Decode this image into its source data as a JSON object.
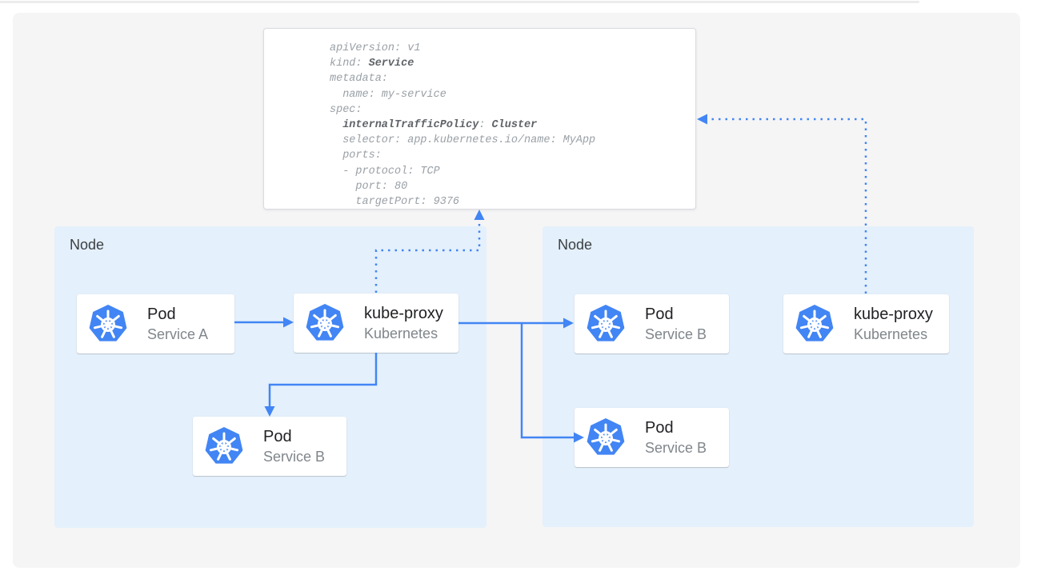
{
  "yaml_panel": {
    "lines": [
      {
        "segments": [
          {
            "t": "apiVersion: v1",
            "b": false
          }
        ]
      },
      {
        "segments": [
          {
            "t": "kind: ",
            "b": false
          },
          {
            "t": "Service",
            "b": true
          }
        ]
      },
      {
        "segments": [
          {
            "t": "metadata:",
            "b": false
          }
        ]
      },
      {
        "segments": [
          {
            "t": "  name: my-service",
            "b": false
          }
        ]
      },
      {
        "segments": [
          {
            "t": "spec:",
            "b": false
          }
        ]
      },
      {
        "segments": [
          {
            "t": "  ",
            "b": false
          },
          {
            "t": "internalTrafficPolicy",
            "b": true
          },
          {
            "t": ": ",
            "b": false
          },
          {
            "t": "Cluster",
            "b": true
          }
        ]
      },
      {
        "segments": [
          {
            "t": "  selector: app.kubernetes.io/name: MyApp",
            "b": false
          }
        ]
      },
      {
        "segments": [
          {
            "t": "  ports:",
            "b": false
          }
        ]
      },
      {
        "segments": [
          {
            "t": "  - protocol: TCP",
            "b": false
          }
        ]
      },
      {
        "segments": [
          {
            "t": "    port: 80",
            "b": false
          }
        ]
      },
      {
        "segments": [
          {
            "t": "    targetPort: 9376",
            "b": false
          }
        ]
      }
    ]
  },
  "nodes": [
    {
      "label": "Node"
    },
    {
      "label": "Node"
    }
  ],
  "cards": [
    {
      "title": "Pod",
      "subtitle": "Service A"
    },
    {
      "title": "kube-proxy",
      "subtitle": "Kubernetes"
    },
    {
      "title": "Pod",
      "subtitle": "Service B"
    },
    {
      "title": "Pod",
      "subtitle": "Service B"
    },
    {
      "title": "Pod",
      "subtitle": "Service B"
    },
    {
      "title": "kube-proxy",
      "subtitle": "Kubernetes"
    }
  ],
  "icons": {
    "card_logo": "kubernetes-logo"
  },
  "colors": {
    "arrow_blue": "#4285f4",
    "node_bg": "#e4f0fb",
    "logo_blue": "#326ce5",
    "yaml_text": "#9aa0a6",
    "yaml_bold": "#5f6368",
    "panel_bg": "#f5f5f6"
  }
}
